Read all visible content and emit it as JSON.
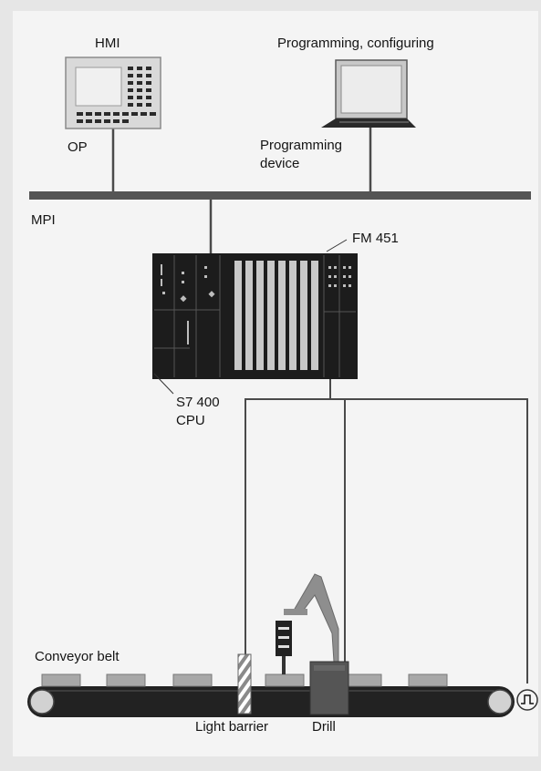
{
  "labels": {
    "hmi": "HMI",
    "op": "OP",
    "programming_configuring": "Programming, configuring",
    "programming_device_line1": "Programming",
    "programming_device_line2": "device",
    "mpi": "MPI",
    "fm451": "FM 451",
    "s7_400": "S7 400",
    "cpu": "CPU",
    "conveyor_belt": "Conveyor belt",
    "light_barrier": "Light barrier",
    "drill": "Drill"
  },
  "colors": {
    "page": "#e6e6e6",
    "panel": "#f4f4f4",
    "bus": "#555555",
    "wire": "#4a4a4a",
    "rack": "#1c1c1c",
    "module_light": "#c8c8c8",
    "item": "#a8a8a8",
    "belt": "#222222",
    "text": "#141414"
  },
  "icons": {
    "op_panel": "operator-panel-icon",
    "laptop": "laptop-icon",
    "plc": "plc-rack-icon",
    "encoder": "pulse-encoder-icon",
    "drill": "drill-robot-icon",
    "light_barrier": "light-barrier-icon"
  }
}
